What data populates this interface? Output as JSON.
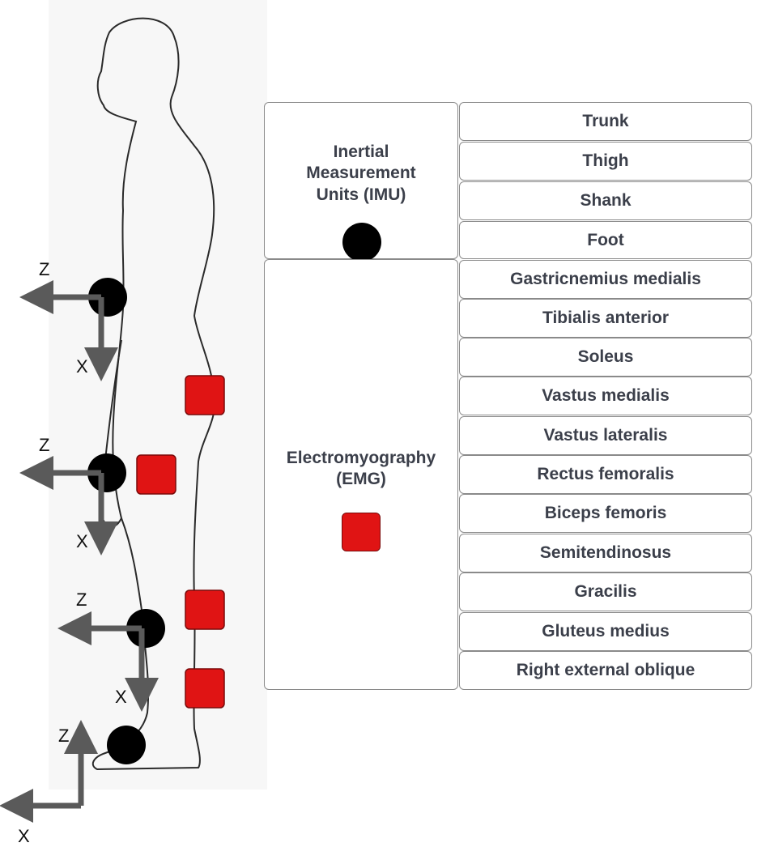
{
  "axes": [
    {
      "z": "Z",
      "x": "X"
    },
    {
      "z": "Z",
      "x": "X"
    },
    {
      "z": "Z",
      "x": "X"
    },
    {
      "z": "Z",
      "x": "X"
    }
  ],
  "legend": {
    "imu": {
      "label": "Inertial Measurement Units (IMU)",
      "line1": "Inertial",
      "line2": "Measurement",
      "line3": "Units (IMU)",
      "marker": "black-circle"
    },
    "emg": {
      "label": "Electromyography (EMG)",
      "line1": "Electromyography",
      "line2": "(EMG)",
      "marker": "red-square"
    }
  },
  "imu_locations": [
    "Trunk",
    "Thigh",
    "Shank",
    "Foot"
  ],
  "emg_muscles": [
    "Gastricnemius medialis",
    "Tibialis anterior",
    "Soleus",
    "Vastus medialis",
    "Vastus lateralis",
    "Rectus femoralis",
    "Biceps femoris",
    "Semitendinosus",
    "Gracilis",
    "Gluteus medius",
    "Right external oblique"
  ],
  "colors": {
    "imu_marker": "#000000",
    "emg_marker": "#e01414",
    "axis_arrow": "#5a5a5a",
    "text": "#3b3f4a",
    "border": "#8a8a8a"
  }
}
